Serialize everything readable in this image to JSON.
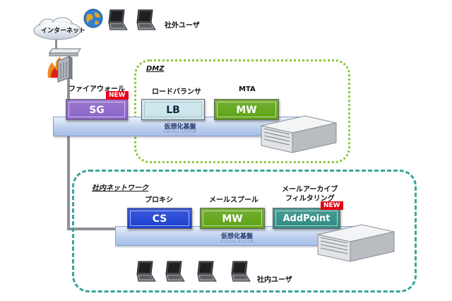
{
  "internet": {
    "label": "インターネット"
  },
  "external_users": {
    "label": "社外ユーザ"
  },
  "firewall": {
    "label": "ファイアウォール"
  },
  "dmz": {
    "title": "DMZ",
    "load_balancer": {
      "label": "ロードバランサ",
      "box": "LB",
      "color": "#c9e4ea"
    },
    "mta": {
      "label": "MTA",
      "box": "MW",
      "color": "#5ea314"
    }
  },
  "sg": {
    "box": "SG",
    "badge": "NEW",
    "color": "#8b63c9"
  },
  "top_platform": {
    "label": "仮想化基盤",
    "sub": "VIRTUAL SYSTEM"
  },
  "internal": {
    "title": "社内ネットワーク",
    "proxy": {
      "label": "プロキシ",
      "box": "CS",
      "color": "#1c3fd1"
    },
    "mail_spool": {
      "label": "メールスプール",
      "box": "MW",
      "color": "#5ea314"
    },
    "archive": {
      "label_line1": "メールアーカイブ",
      "label_line2": "フィルタリング",
      "box": "AddPoint",
      "badge": "NEW",
      "color": "#2f8c83"
    }
  },
  "bottom_platform": {
    "label": "仮想化基盤",
    "sub": "VIRTUAL SYSTEM"
  },
  "internal_users": {
    "label": "社内ユーザ"
  }
}
